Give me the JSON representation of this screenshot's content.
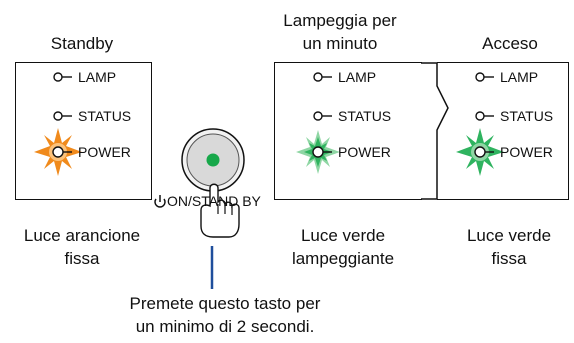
{
  "colors": {
    "orange": "#f08a1c",
    "green": "#2fb35f",
    "button_led": "#17a84a",
    "line": "#1f4e9c"
  },
  "titles": {
    "standby": "Standby",
    "blinking_line1": "Lampeggia per",
    "blinking_line2": "un minuto",
    "on": "Acceso"
  },
  "indicators": {
    "lamp": "LAMP",
    "status": "STATUS",
    "power": "POWER"
  },
  "button_label": "ON/STAND BY",
  "captions": {
    "standby_line1": "Luce arancione",
    "standby_line2": "fissa",
    "blinking_line1": "Luce verde",
    "blinking_line2": "lampeggiante",
    "on_line1": "Luce verde",
    "on_line2": "fissa"
  },
  "note": {
    "line1": "Premete questo tasto per",
    "line2": "un minimo di 2 secondi."
  }
}
